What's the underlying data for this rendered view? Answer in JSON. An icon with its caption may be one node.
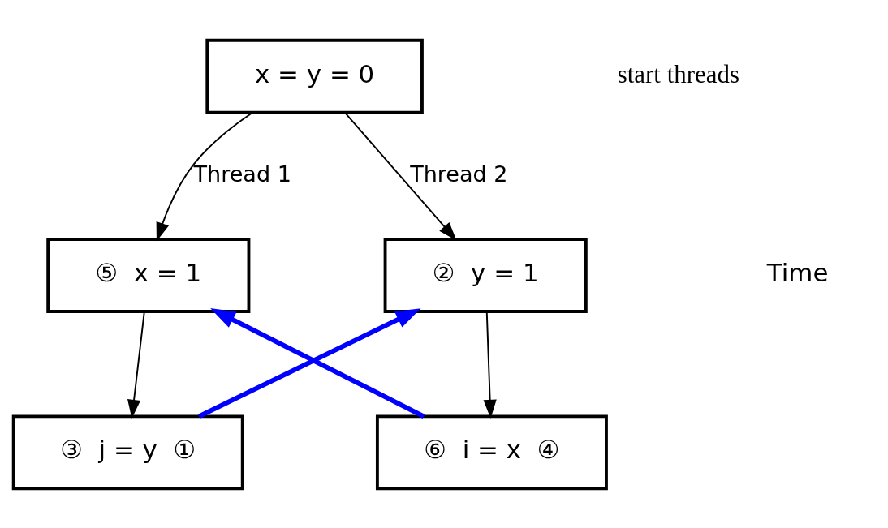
{
  "diagram": {
    "nodes": [
      {
        "text": [
          "x = y = 0"
        ]
      },
      {
        "text": [
          "⑤",
          "x = 1"
        ]
      },
      {
        "text": [
          "②",
          "y = 1"
        ]
      },
      {
        "text": [
          "③",
          "j = y",
          "①"
        ]
      },
      {
        "text": [
          "⑥",
          "i = x",
          "④"
        ]
      }
    ],
    "edges": [
      {
        "from": 0,
        "to": 1,
        "arrow": "to",
        "label": "Thread 1"
      },
      {
        "from": 0,
        "to": 2,
        "arrow": "to",
        "label": "Thread 2"
      },
      {
        "from": 1,
        "to": 3,
        "arrow": "to"
      },
      {
        "from": 2,
        "to": 4,
        "arrow": "to"
      },
      {
        "from": 3,
        "to": 2,
        "arrow": "to",
        "style": "thick",
        "color": "#0000ff"
      },
      {
        "from": 4,
        "to": 1,
        "arrow": "to",
        "style": "thick",
        "color": "#0000ff"
      }
    ],
    "labels": [
      "start threads",
      "Time"
    ]
  }
}
